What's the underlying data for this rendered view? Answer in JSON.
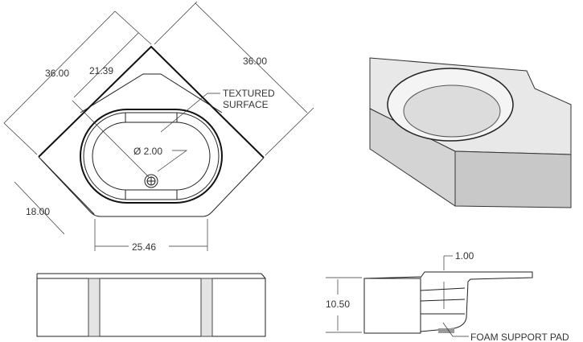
{
  "top_view": {
    "dim_left_side": "36.00",
    "dim_inner": "21.39",
    "dim_right_side": "36.00",
    "dim_short_side": "18.00",
    "dim_front_width": "25.46",
    "dim_drain": "Ø 2.00",
    "note_line1": "TEXTURED",
    "note_line2": "SURFACE"
  },
  "side_view": {
    "dim_height": "10.50",
    "dim_lip": "1.00",
    "note": "FOAM SUPPORT PAD"
  }
}
